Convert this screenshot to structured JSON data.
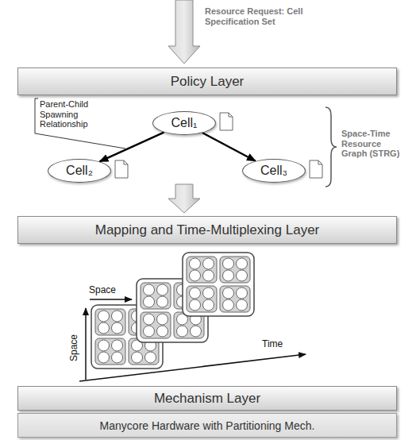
{
  "diagram": {
    "nodes": [
      {
        "text": [
          "Policy Layer"
        ]
      },
      {
        "text": [
          "Cell₁"
        ]
      },
      {
        "text": [
          "Cell₂"
        ]
      },
      {
        "text": [
          "Cell₃"
        ]
      },
      {
        "text": [
          "Mapping and Time-Multiplexing Layer"
        ]
      },
      {
        "text": [
          "Mechanism Layer"
        ]
      },
      {
        "text": [
          "Manycore Hardware with Partitioning Mech."
        ]
      }
    ],
    "edges": [
      {
        "from": 1,
        "to": 2,
        "arrow": "to"
      },
      {
        "from": 1,
        "to": 3,
        "arrow": "to"
      }
    ],
    "labels": [
      "Resource Request: Cell Specification Set",
      "Parent-Child Spawning Relationship",
      "Space-Time Resource Graph (STRG)",
      "Space",
      "Space",
      "Time"
    ]
  }
}
